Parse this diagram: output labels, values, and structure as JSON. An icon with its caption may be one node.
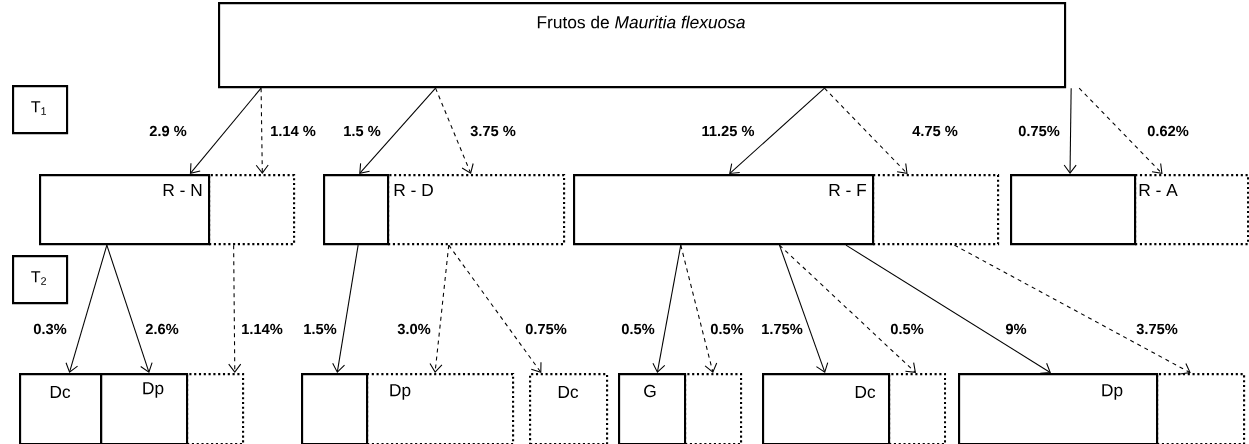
{
  "diagram": {
    "nodes": [
      {
        "text": [
          "Frutos de *Mauritia flexuosa*"
        ]
      },
      {
        "text": [
          "T$_{1}$"
        ]
      },
      {
        "text": [
          "T$_{2}$"
        ]
      },
      {
        "text": [
          "R - N"
        ]
      },
      {
        "text": [],
        "shape": "box"
      },
      {
        "text": [],
        "shape": "box"
      },
      {
        "text": [
          "R - D"
        ]
      },
      {
        "text": [
          "R - F"
        ]
      },
      {
        "text": [],
        "shape": "box"
      },
      {
        "text": [],
        "shape": "box"
      },
      {
        "text": [
          "R - A"
        ]
      },
      {
        "text": [
          "Dc"
        ]
      },
      {
        "text": [
          "Dp"
        ]
      },
      {
        "text": [],
        "shape": "box"
      },
      {
        "text": [],
        "shape": "box"
      },
      {
        "text": [
          "Dp"
        ]
      },
      {
        "text": [
          "Dc"
        ]
      },
      {
        "text": [
          "G"
        ]
      },
      {
        "text": [],
        "shape": "box"
      },
      {
        "text": [
          "Dc"
        ]
      },
      {
        "text": [],
        "shape": "box"
      },
      {
        "text": [
          "Dp"
        ]
      },
      {
        "text": [],
        "shape": "box"
      }
    ],
    "edges": [
      {
        "from": 0,
        "to": 3,
        "arrow": "to",
        "label": "2.9 %"
      },
      {
        "from": 0,
        "to": 4,
        "arrow": "to",
        "label": "1.14 %",
        "style": "dashed"
      },
      {
        "from": 0,
        "to": 5,
        "arrow": "to",
        "label": "1.5 %"
      },
      {
        "from": 0,
        "to": 6,
        "arrow": "to",
        "label": "3.75 %",
        "style": "dashed"
      },
      {
        "from": 0,
        "to": 7,
        "arrow": "to",
        "label": "11.25 %"
      },
      {
        "from": 0,
        "to": 8,
        "arrow": "to",
        "label": "4.75 %",
        "style": "dashed"
      },
      {
        "from": 0,
        "to": 9,
        "arrow": "to",
        "label": "0.75%"
      },
      {
        "from": 0,
        "to": 10,
        "arrow": "to",
        "label": "0.62%",
        "style": "dashed"
      },
      {
        "from": 3,
        "to": 11,
        "arrow": "to",
        "label": "0.3%"
      },
      {
        "from": 3,
        "to": 12,
        "arrow": "to",
        "label": "2.6%"
      },
      {
        "from": 4,
        "to": 13,
        "arrow": "to",
        "label": "1.14%",
        "style": "dashed"
      },
      {
        "from": 5,
        "to": 14,
        "arrow": "to",
        "label": "1.5%"
      },
      {
        "from": 6,
        "to": 15,
        "arrow": "to",
        "label": "3.0%",
        "style": "dashed"
      },
      {
        "from": 6,
        "to": 16,
        "arrow": "to",
        "label": "0.75%",
        "style": "dashed"
      },
      {
        "from": 7,
        "to": 17,
        "arrow": "to",
        "label": "0.5%"
      },
      {
        "from": 7,
        "to": 18,
        "arrow": "to",
        "label": "0.5%",
        "style": "dashed"
      },
      {
        "from": 7,
        "to": 19,
        "arrow": "to",
        "label": "1.75%"
      },
      {
        "from": 7,
        "to": 20,
        "arrow": "to",
        "label": "0.5%",
        "style": "dashed"
      },
      {
        "from": 7,
        "to": 21,
        "arrow": "to",
        "label": "9%"
      },
      {
        "from": 8,
        "to": 22,
        "arrow": "to",
        "label": "3.75%",
        "style": "dashed"
      }
    ]
  }
}
